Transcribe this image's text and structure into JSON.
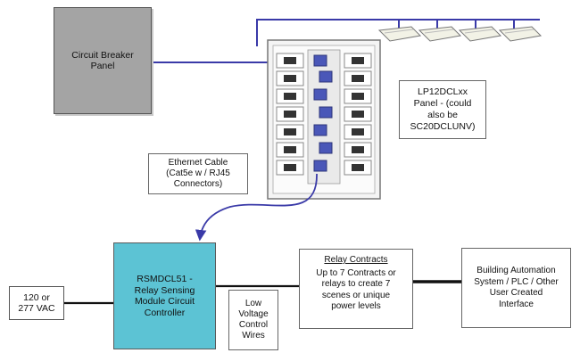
{
  "breaker_panel": {
    "label": "Circuit Breaker\nPanel"
  },
  "lighting_panel": {
    "label": "LP12DCLxx\nPanel - (could\nalso be\nSC20DCLUNV)"
  },
  "ethernet_cable": {
    "label": "Ethernet Cable\n(Cat5e w / RJ45\nConnectors)"
  },
  "controller": {
    "label": "RSMDCL51 -\nRelay Sensing\nModule Circuit\nController"
  },
  "power_input": {
    "label": "120 or\n277 VAC"
  },
  "low_voltage": {
    "label": "Low\nVoltage\nControl\nWires"
  },
  "relay_contacts": {
    "title": "Relay Contracts",
    "body": "Up to 7 Contracts or\nrelays to create 7\nscenes or unique\npower levels"
  },
  "automation": {
    "label": "Building Automation\nSystem / PLC / Other\nUser Created\nInterface"
  },
  "colors": {
    "controller": "#5cc3d4",
    "breaker": "#a4a4a4",
    "bus_wire": "#3a3aa8",
    "cable": "#3a3aa8"
  },
  "icons": [
    "light-fixture-icon",
    "relay-module-icon"
  ]
}
